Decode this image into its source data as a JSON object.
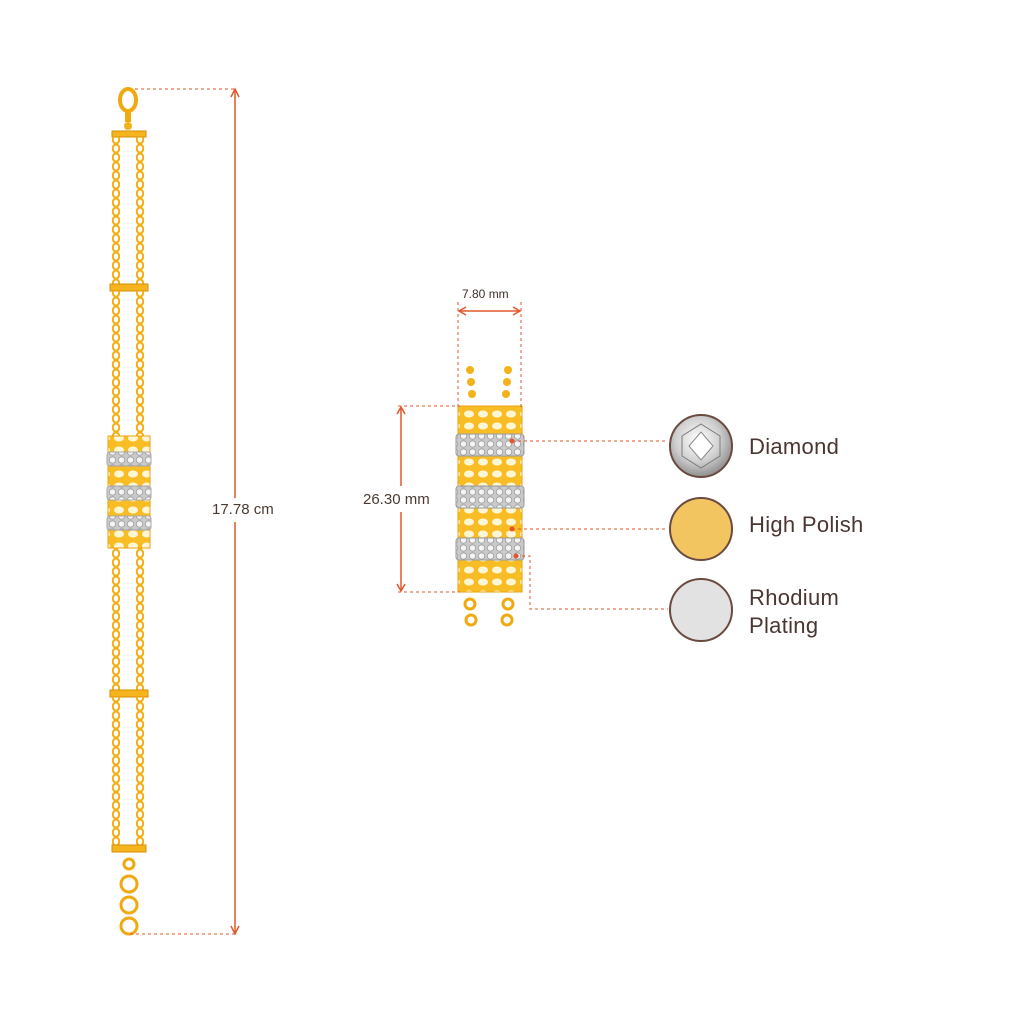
{
  "dimensions": {
    "length": "17.78 cm",
    "width": "7.80 mm",
    "height": "26.30 mm"
  },
  "legend": [
    {
      "label": "Diamond",
      "icon": "diamond-swatch-icon",
      "color": "#d8d8d8"
    },
    {
      "label": "High Polish",
      "icon": "high-polish-swatch-icon",
      "color": "#f2c560"
    },
    {
      "label": "Rhodium\nPlating",
      "icon": "rhodium-swatch-icon",
      "color": "#e2e2e2"
    }
  ],
  "colors": {
    "dimension_line": "#e2572b",
    "gold": "#f6b51e",
    "gold_dark": "#d88f0a",
    "silver": "#d9d9d9",
    "swatch_border": "#6b4a3f"
  }
}
